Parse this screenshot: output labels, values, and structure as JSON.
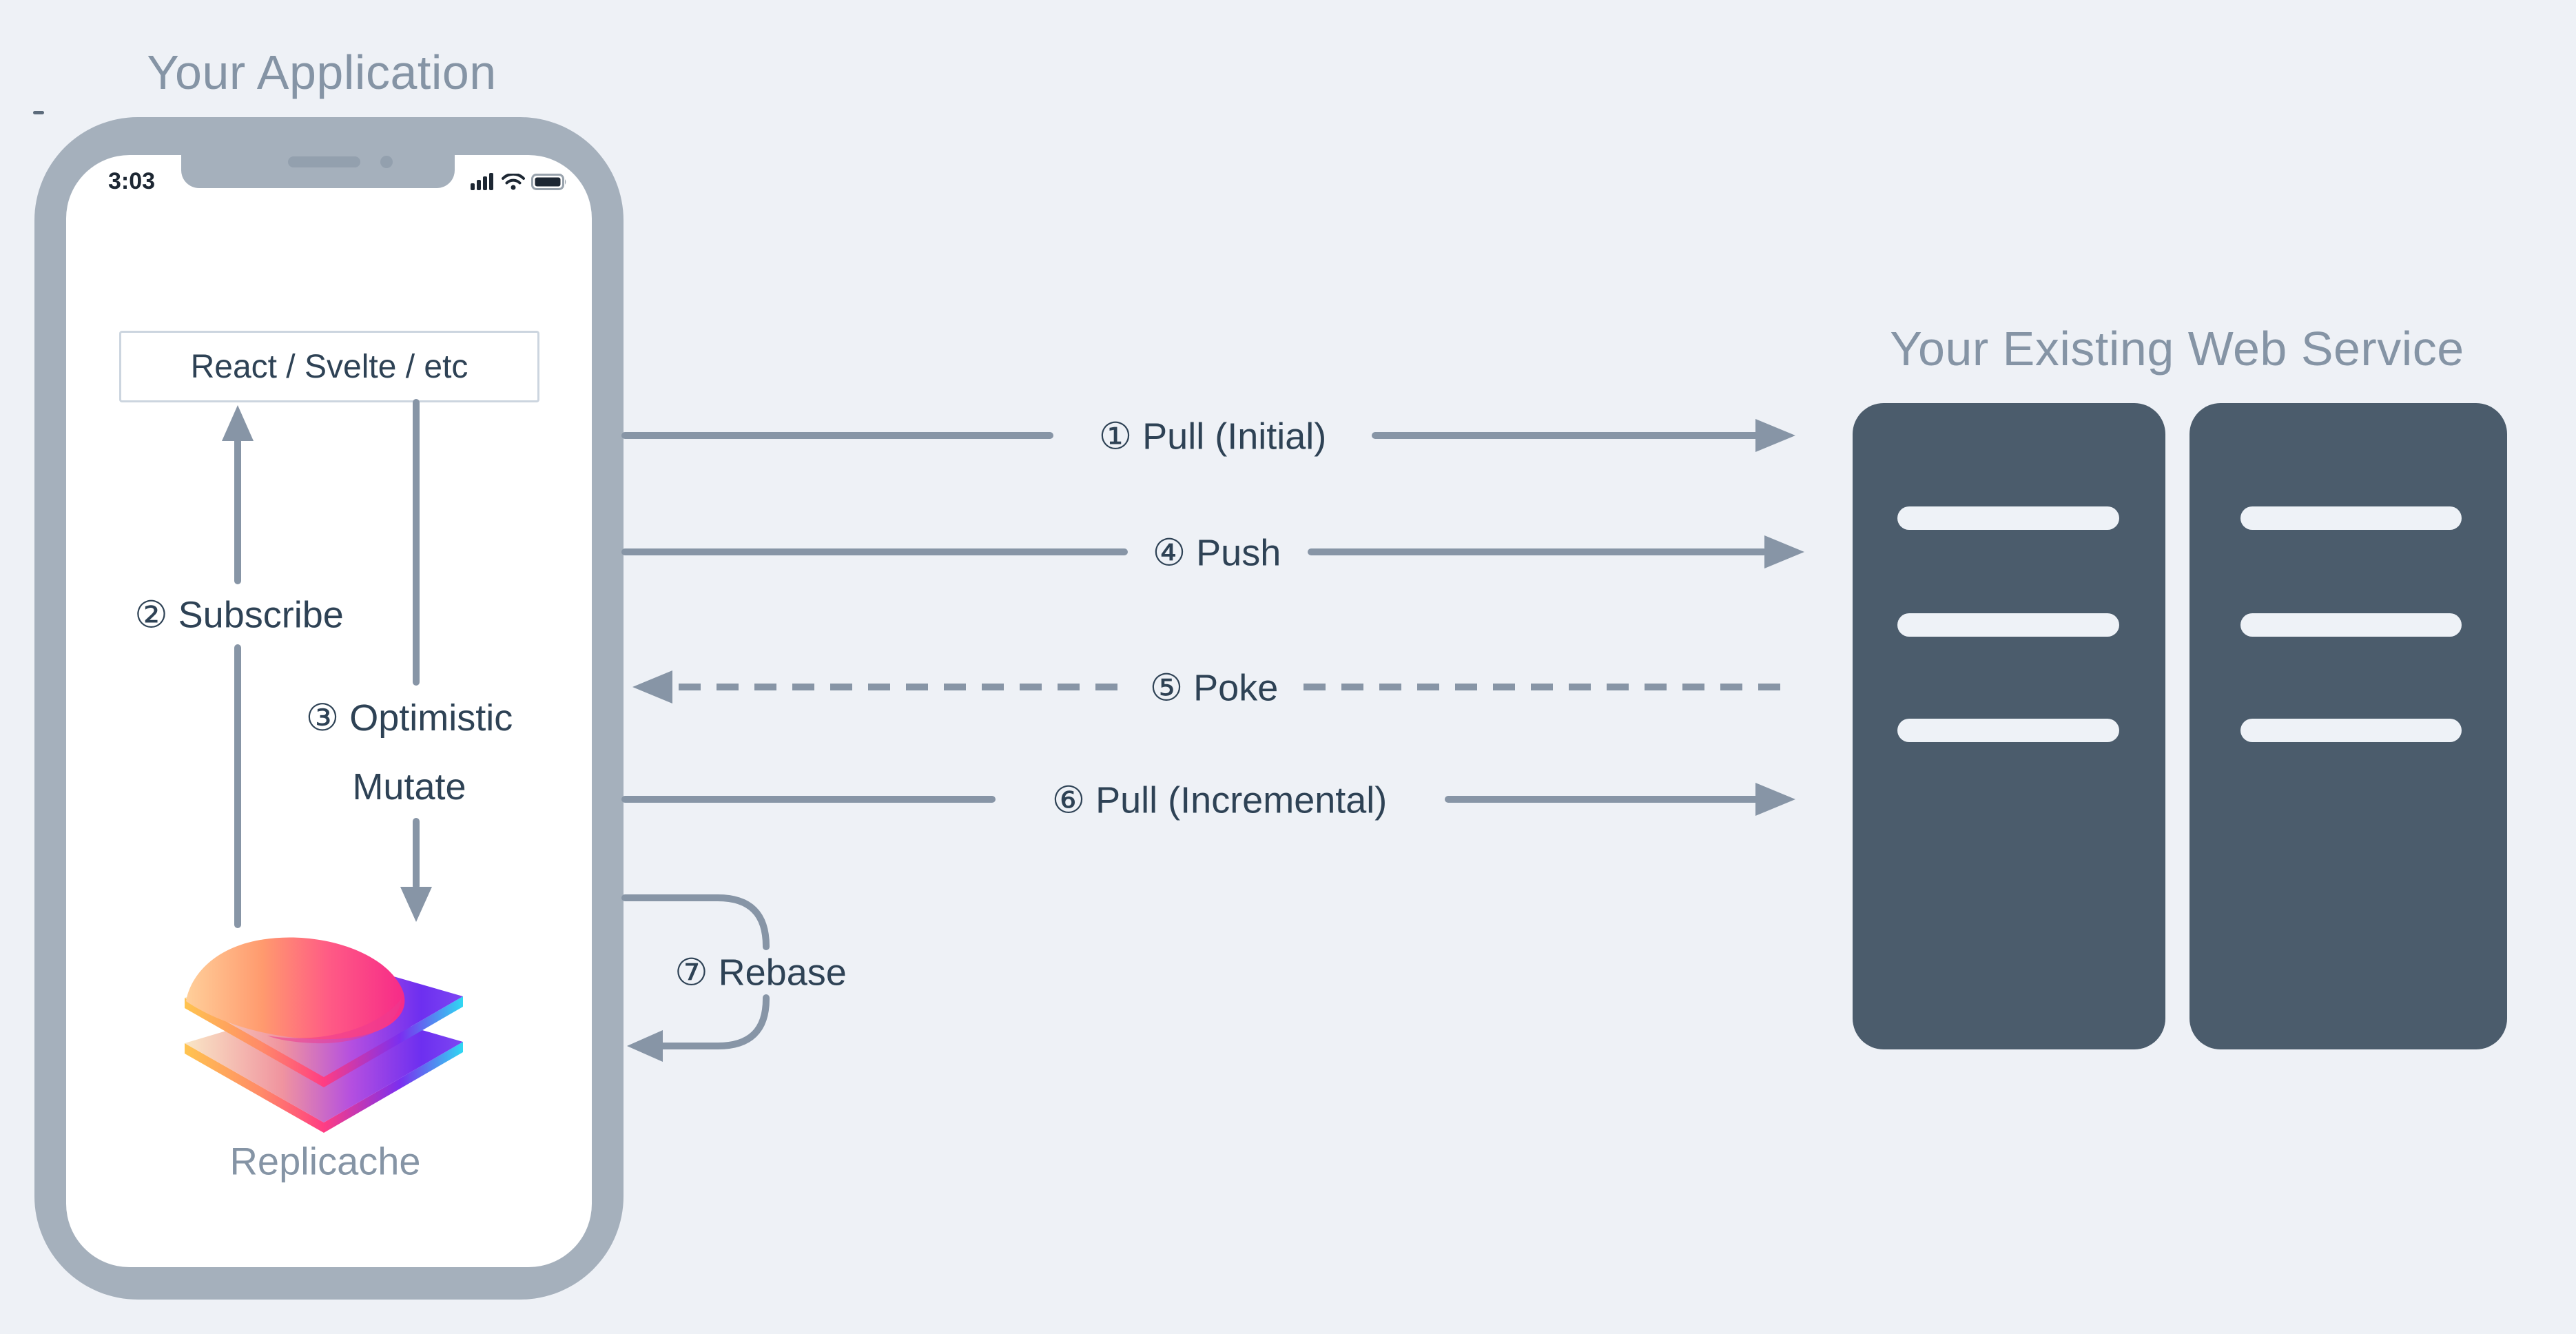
{
  "application": {
    "title": "Your Application",
    "phone": {
      "status_time": "3:03",
      "status_icons": [
        "signal-icon",
        "wifi-icon",
        "battery-icon"
      ]
    },
    "framework_box": "React / Svelte / etc",
    "logo_label": "Replicache"
  },
  "web_service": {
    "title": "Your Existing Web Service",
    "server_count": 2
  },
  "flow_labels": {
    "pull_initial": "① Pull (Initial)",
    "subscribe": "② Subscribe",
    "optimistic_mutate": "③ Optimistic\nMutate",
    "push": "④ Push",
    "poke": "⑤ Poke",
    "pull_incremental": "⑥ Pull (Incremental)",
    "rebase": "⑦ Rebase"
  },
  "colors": {
    "background": "#eef1f6",
    "phone_frame": "#a5b0bc",
    "wire": "#8795a6",
    "dark_text": "#2e4255",
    "muted_text": "#8594a5",
    "server": "#4b5c6c"
  }
}
